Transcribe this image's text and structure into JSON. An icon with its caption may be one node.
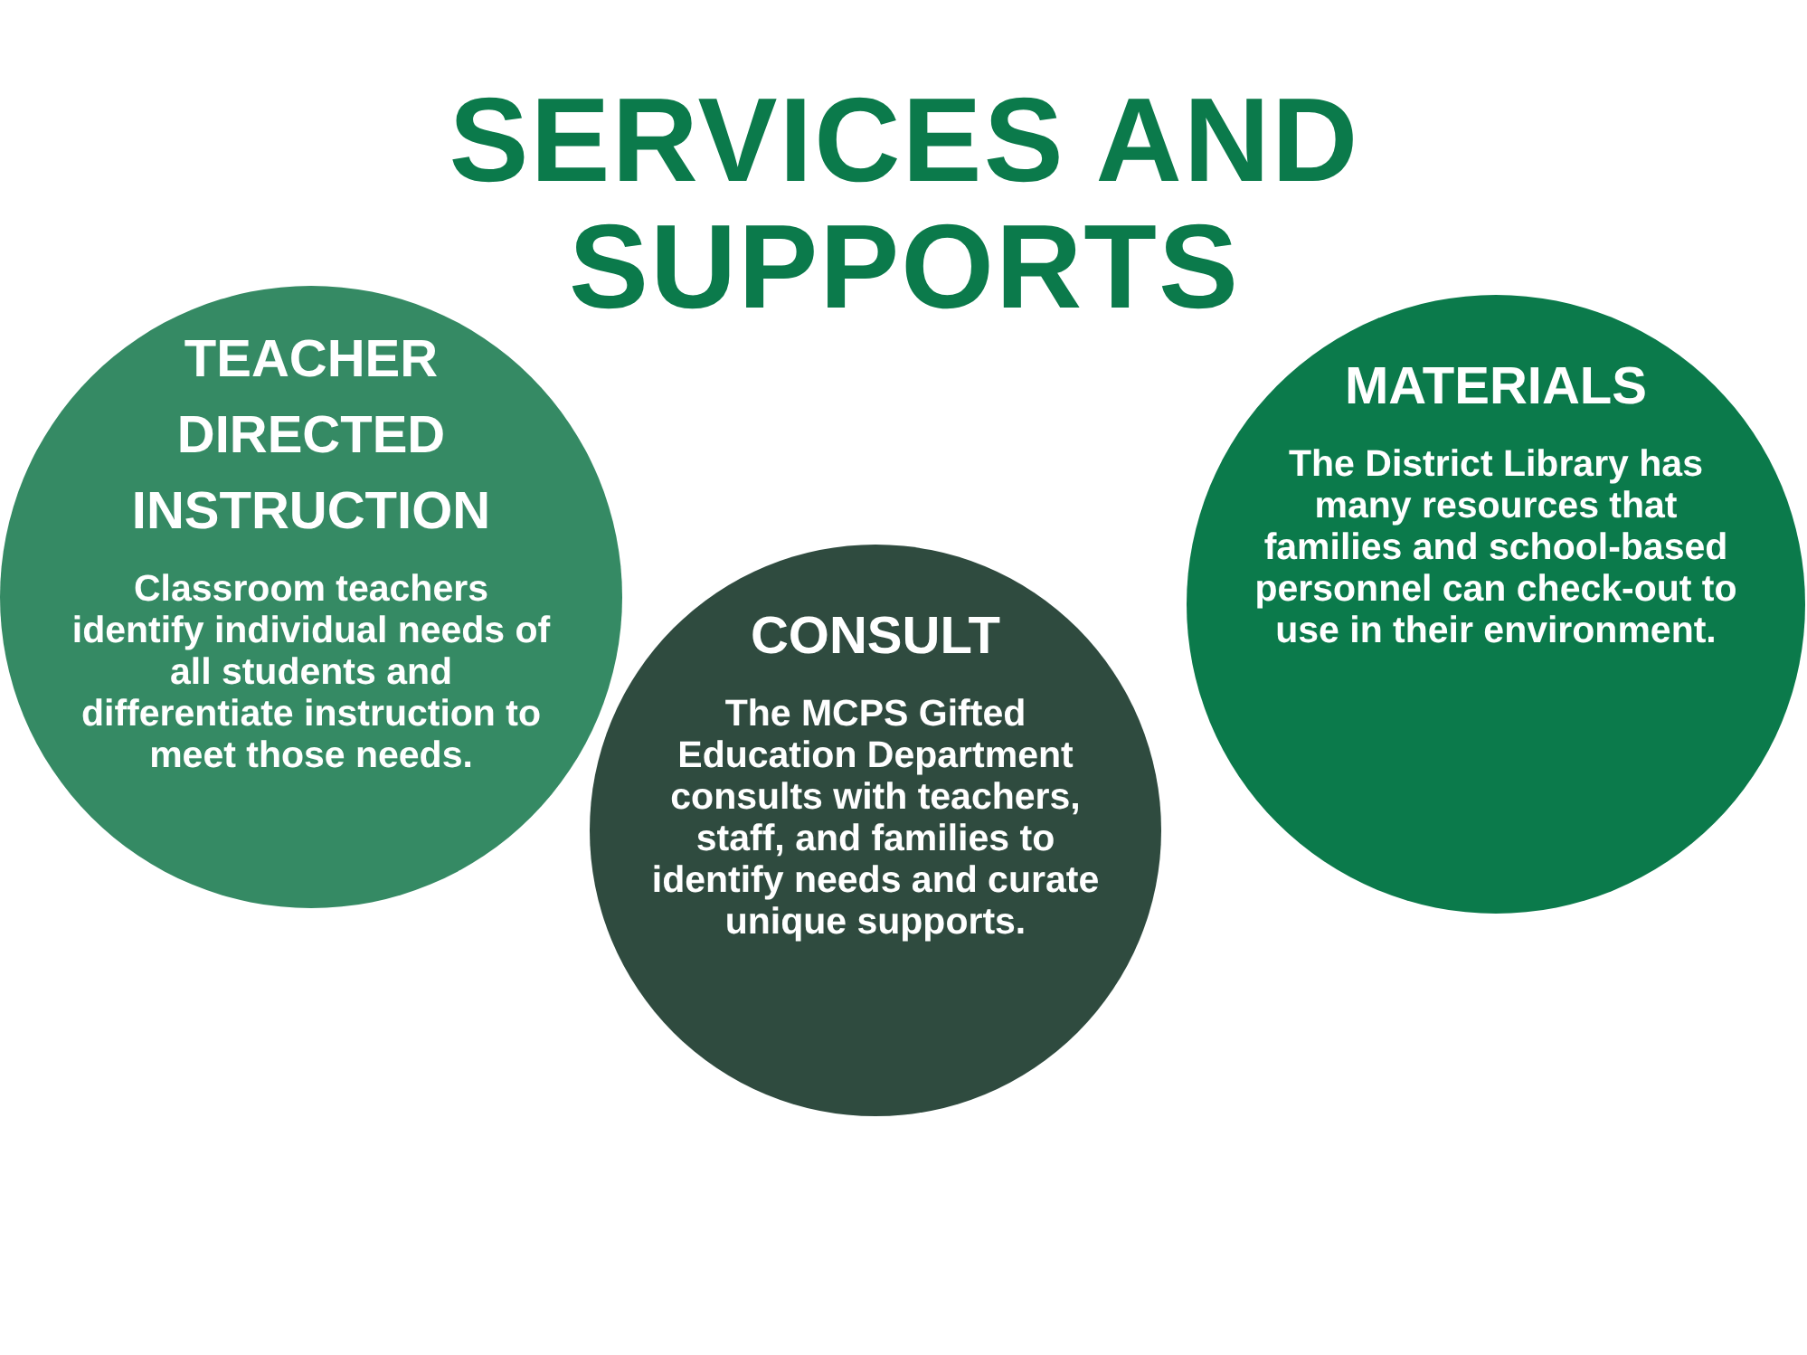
{
  "diagram": {
    "title": "SERVICES AND SUPPORTS",
    "nodes": [
      {
        "text": [
          "TEACHER DIRECTED INSTRUCTION",
          "Classroom teachers identify individual needs of all students and differentiate instruction to meet those needs."
        ]
      },
      {
        "text": [
          "CONSULT",
          "The MCPS Gifted Education Department consults with teachers, staff, and families to identify needs and curate unique supports."
        ]
      },
      {
        "text": [
          "MATERIALS",
          "The District Library has many resources that families and school-based personnel can check-out to use in their environment."
        ]
      }
    ]
  }
}
